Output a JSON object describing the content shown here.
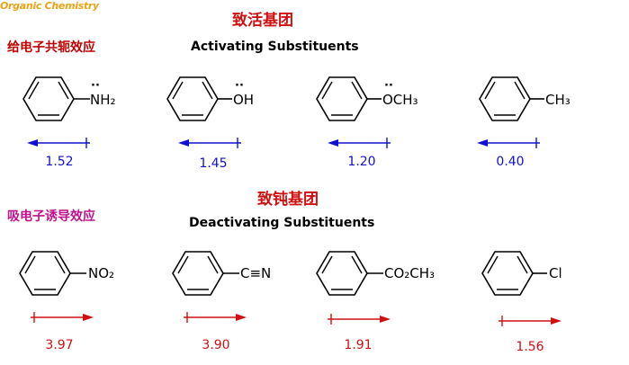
{
  "logo": "Organic Chemistry",
  "activating": {
    "title_cn": "致活基团",
    "effect_cn": "给电子共轭效应",
    "title_en": "Activating Substituents",
    "molecules": [
      {
        "substituent": "NH₂",
        "lone_pair": "··",
        "value": "1.52"
      },
      {
        "substituent": "OH",
        "lone_pair": "··",
        "value": "1.45"
      },
      {
        "substituent": "OCH₃",
        "lone_pair": "··",
        "value": "1.20"
      },
      {
        "substituent": "CH₃",
        "lone_pair": "",
        "value": "0.40"
      }
    ]
  },
  "deactivating": {
    "title_cn": "致钝基团",
    "effect_cn": "吸电子诱导效应",
    "title_en": "Deactivating Substituents",
    "molecules": [
      {
        "substituent": "NO₂",
        "value": "3.97"
      },
      {
        "substituent": "C≡N",
        "value": "3.90"
      },
      {
        "substituent": "CO₂CH₃",
        "value": "1.91"
      },
      {
        "substituent": "Cl",
        "value": "1.56"
      }
    ]
  },
  "colors": {
    "activating_arrow": "#1010d0",
    "deactivating_arrow": "#d01010",
    "effect_activating": "#c00000",
    "effect_deactivating": "#c0108c"
  }
}
